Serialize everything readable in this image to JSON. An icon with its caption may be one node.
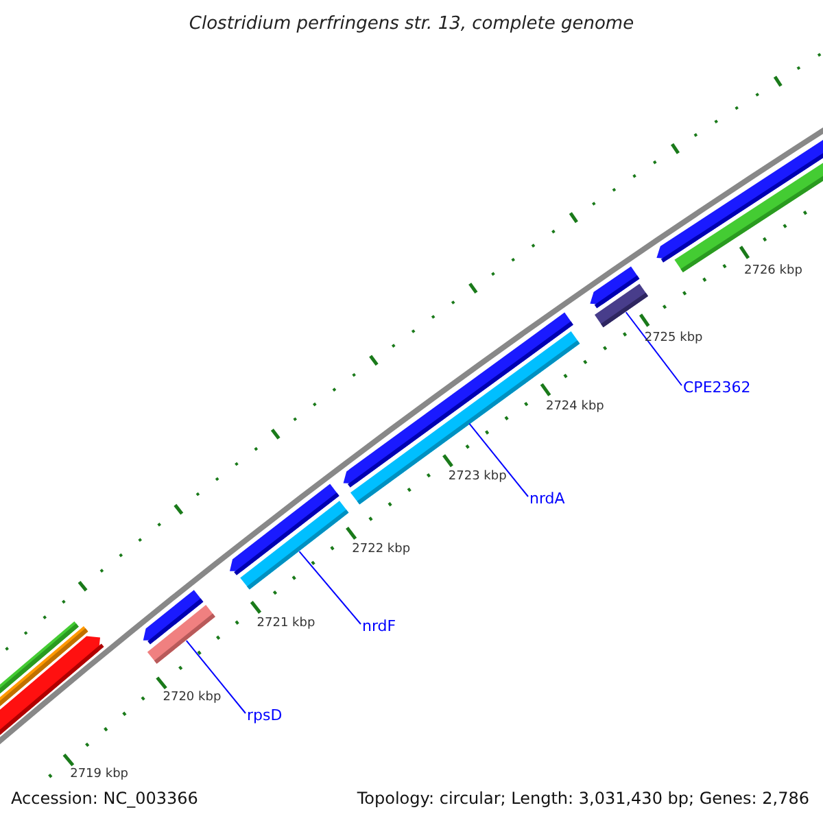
{
  "diagram": {
    "title": "Clostridium perfringens str. 13, complete genome",
    "nodes": [
      {
        "text": [
          "rpsD"
        ]
      },
      {
        "text": [],
        "shape": "bar"
      },
      {
        "text": [
          "nrdF"
        ]
      },
      {
        "text": [],
        "shape": "bar"
      },
      {
        "text": [
          "nrdA"
        ]
      },
      {
        "text": [],
        "shape": "bar"
      },
      {
        "text": [
          "CPE2362"
        ]
      },
      {
        "text": [],
        "shape": "bar"
      }
    ],
    "edges": [
      {
        "from": 0,
        "to": 1,
        "arrow": "none"
      },
      {
        "from": 2,
        "to": 3,
        "arrow": "none"
      },
      {
        "from": 4,
        "to": 5,
        "arrow": "none"
      },
      {
        "from": 6,
        "to": 7,
        "arrow": "none"
      }
    ],
    "labels": [
      "2719 kbp",
      "2720 kbp",
      "2721 kbp",
      "2722 kbp",
      "2723 kbp",
      "2724 kbp",
      "2725 kbp",
      "2726 kbp",
      "Accession: NC_003366",
      "Topology: circular; Length: 3,031,430 bp; Genes: 2,786"
    ]
  }
}
